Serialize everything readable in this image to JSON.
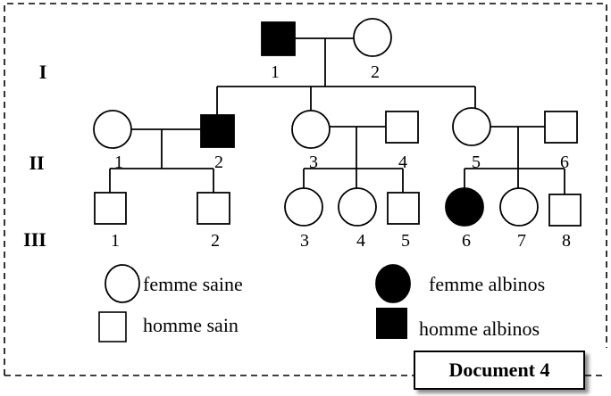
{
  "diagram": {
    "type": "pedigree",
    "trait": "albinos",
    "generations": [
      {
        "label": "I",
        "individuals": [
          {
            "id": "1",
            "sex": "male",
            "affected": true
          },
          {
            "id": "2",
            "sex": "female",
            "affected": false
          }
        ]
      },
      {
        "label": "II",
        "individuals": [
          {
            "id": "1",
            "sex": "female",
            "affected": false
          },
          {
            "id": "2",
            "sex": "male",
            "affected": true
          },
          {
            "id": "3",
            "sex": "female",
            "affected": false
          },
          {
            "id": "4",
            "sex": "male",
            "affected": false
          },
          {
            "id": "5",
            "sex": "female",
            "affected": false
          },
          {
            "id": "6",
            "sex": "male",
            "affected": false
          }
        ]
      },
      {
        "label": "III",
        "individuals": [
          {
            "id": "1",
            "sex": "male",
            "affected": false
          },
          {
            "id": "2",
            "sex": "male",
            "affected": false
          },
          {
            "id": "3",
            "sex": "female",
            "affected": false
          },
          {
            "id": "4",
            "sex": "female",
            "affected": false
          },
          {
            "id": "5",
            "sex": "male",
            "affected": false
          },
          {
            "id": "6",
            "sex": "female",
            "affected": true
          },
          {
            "id": "7",
            "sex": "female",
            "affected": false
          },
          {
            "id": "8",
            "sex": "male",
            "affected": false
          }
        ]
      }
    ],
    "unions": [
      {
        "partners": [
          "I-1",
          "I-2"
        ],
        "children": [
          "II-2",
          "II-3",
          "II-5"
        ]
      },
      {
        "partners": [
          "II-1",
          "II-2"
        ],
        "children": [
          "III-1",
          "III-2"
        ]
      },
      {
        "partners": [
          "II-3",
          "II-4"
        ],
        "children": [
          "III-3",
          "III-4",
          "III-5"
        ]
      },
      {
        "partners": [
          "II-5",
          "II-6"
        ],
        "children": [
          "III-6",
          "III-7",
          "III-8"
        ]
      }
    ]
  },
  "legend": {
    "healthy_female": "femme saine",
    "healthy_male": "homme sain",
    "affected_female": "femme albinos",
    "affected_male": "homme albinos"
  },
  "document_label": "Document 4"
}
